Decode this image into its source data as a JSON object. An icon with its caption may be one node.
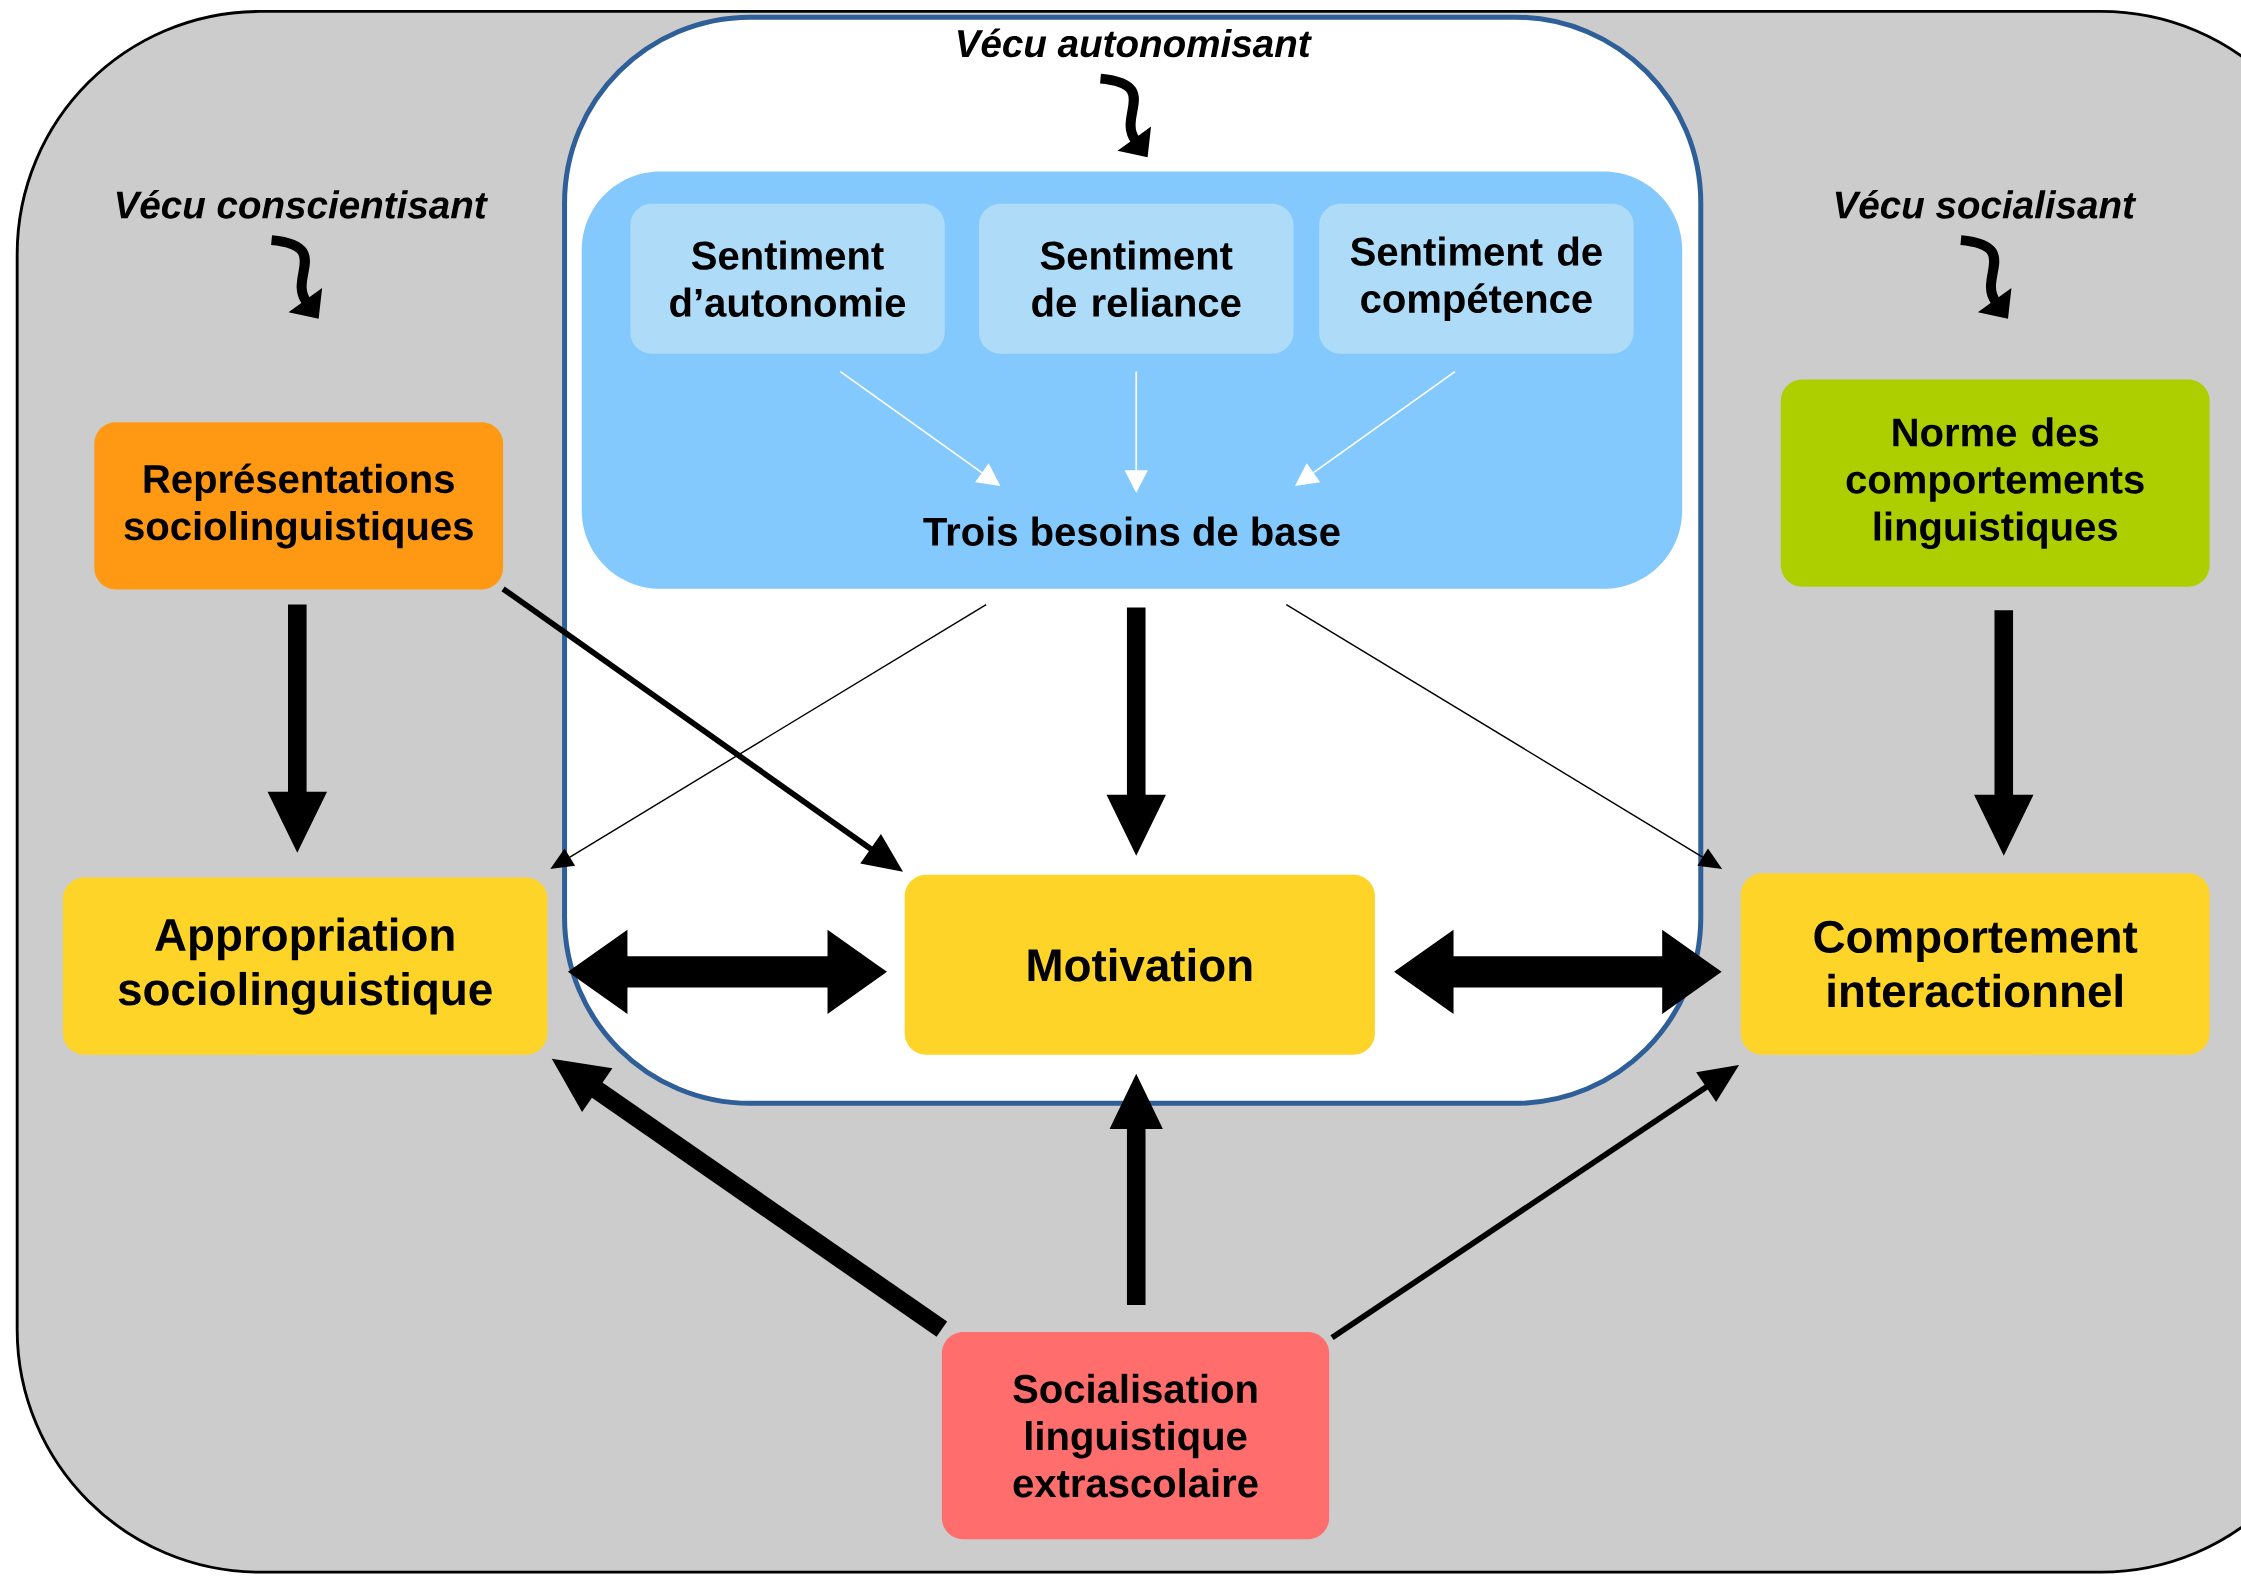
{
  "diagram": {
    "nodes": [
      {
        "text": [
          "Vécu autonomisant"
        ]
      },
      {
        "text": [
          "Trois besoins de base"
        ],
        "in": 0
      },
      {
        "text": [
          "Sentiment d’autonomie"
        ],
        "in": 1
      },
      {
        "text": [
          "Sentiment de reliance"
        ],
        "in": 1
      },
      {
        "text": [
          "Sentiment de compétence"
        ],
        "in": 1
      },
      {
        "text": [
          "Représentations sociolinguistiques"
        ]
      },
      {
        "text": [
          "Norme des comportements linguistiques"
        ]
      },
      {
        "text": [
          "Appropriation sociolinguistique"
        ]
      },
      {
        "text": [
          "Motivation"
        ],
        "in": 0
      },
      {
        "text": [
          "Comportement interactionnel"
        ]
      },
      {
        "text": [
          "Socialisation linguistique extrascolaire"
        ]
      }
    ],
    "edges": [
      {
        "from": 2,
        "to": 1,
        "arrow": "to",
        "color": "#ffffff"
      },
      {
        "from": 3,
        "to": 1,
        "arrow": "to",
        "color": "#ffffff"
      },
      {
        "from": 4,
        "to": 1,
        "arrow": "to",
        "color": "#ffffff"
      },
      {
        "from": 1,
        "to": 8,
        "arrow": "to",
        "style": "thick"
      },
      {
        "from": 1,
        "to": 7,
        "arrow": "to"
      },
      {
        "from": 1,
        "to": 9,
        "arrow": "to"
      },
      {
        "from": 5,
        "to": 7,
        "arrow": "to",
        "style": "thick"
      },
      {
        "from": 5,
        "to": 8,
        "arrow": "to"
      },
      {
        "from": 6,
        "to": 9,
        "arrow": "to",
        "style": "thick"
      },
      {
        "from": 7,
        "to": 8,
        "arrow": "both",
        "style": "thick"
      },
      {
        "from": 8,
        "to": 9,
        "arrow": "both",
        "style": "thick"
      },
      {
        "from": 10,
        "to": 7,
        "arrow": "to",
        "style": "thick"
      },
      {
        "from": 10,
        "to": 8,
        "arrow": "to",
        "style": "thick"
      },
      {
        "from": 10,
        "to": 9,
        "arrow": "to"
      }
    ],
    "labels": [
      "Vécu conscientisant",
      "Vécu socialisant"
    ]
  }
}
